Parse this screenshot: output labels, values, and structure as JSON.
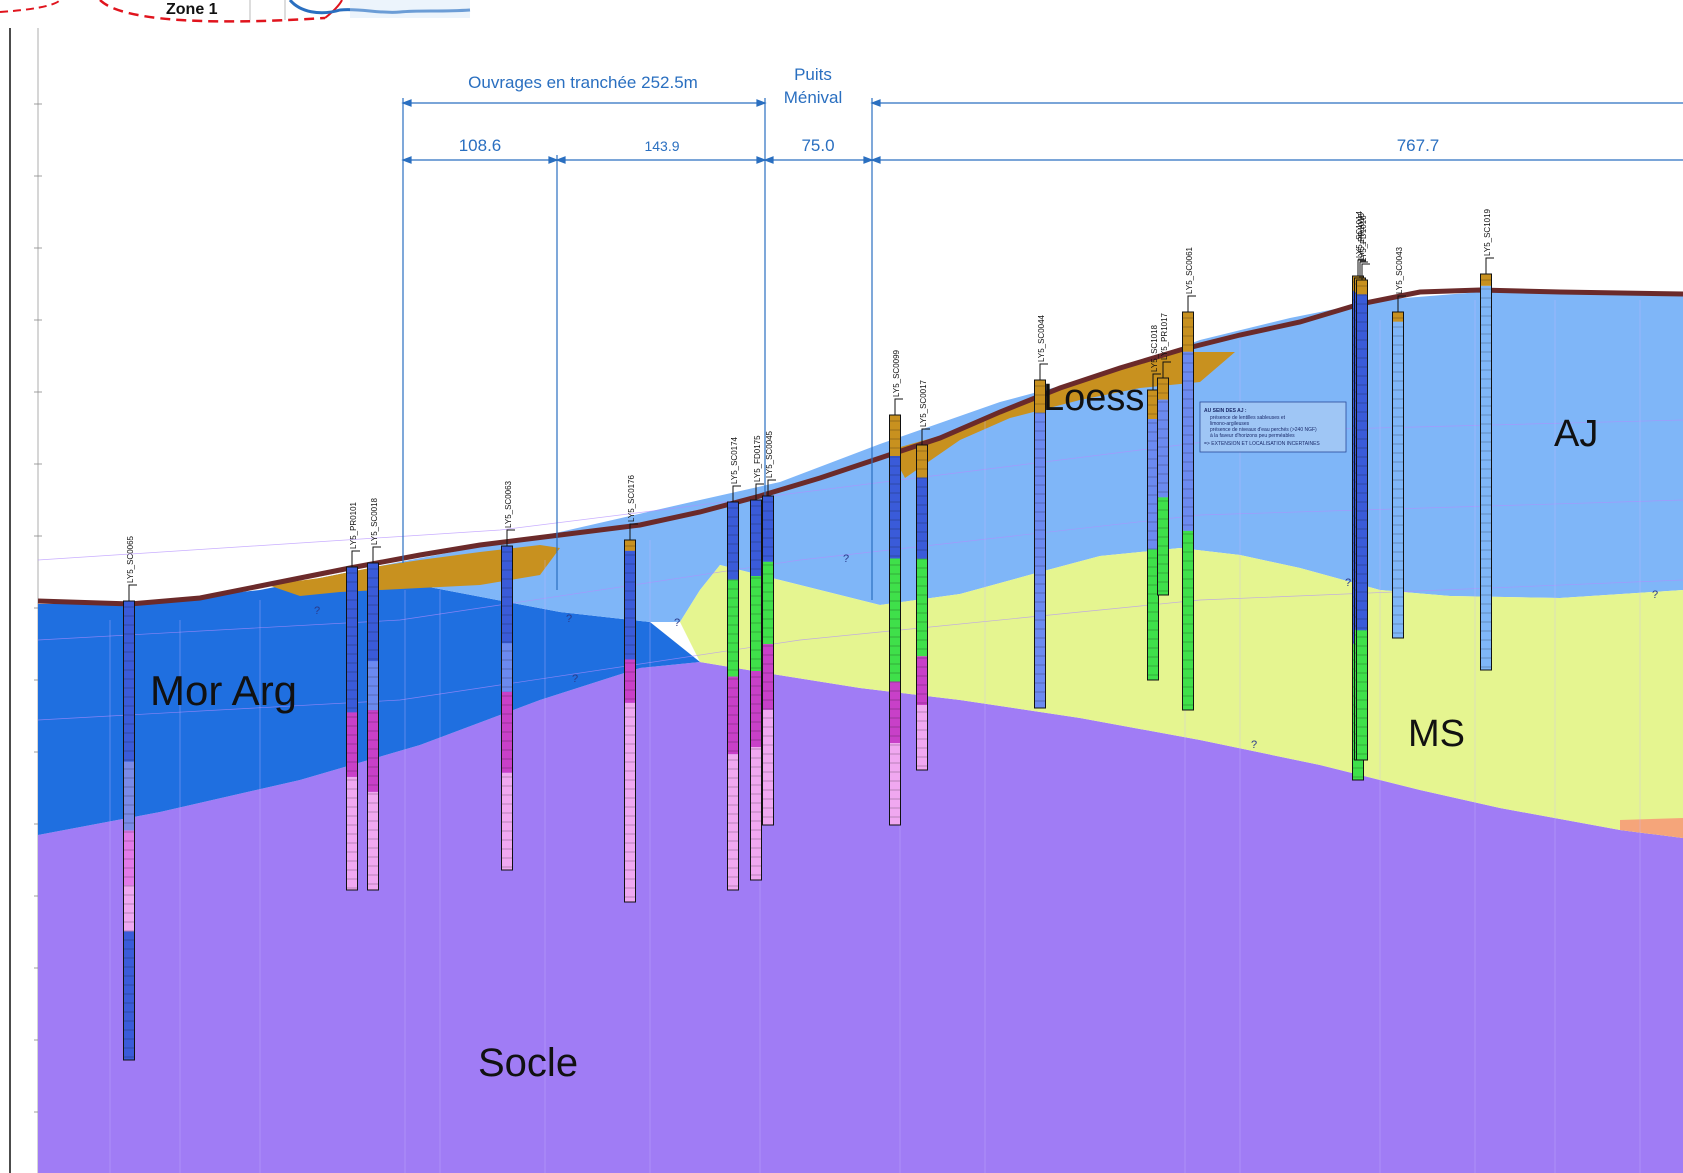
{
  "header": {
    "zone_label": "Zone 1"
  },
  "dimensions": {
    "trench_total": "Ouvrages en tranchée 252.5m",
    "seg1": "108.6",
    "seg2": "143.9",
    "shaft_line1": "Puits",
    "shaft_line2": "Ménival",
    "seg3": "75.0",
    "seg4": "767.7"
  },
  "units": {
    "mor_arg": "Mor Arg",
    "socle": "Socle",
    "loess": "Loess",
    "aj": "AJ",
    "ms": "MS"
  },
  "boreholes": [
    "LY5_SC0065",
    "LY5_PR0101",
    "LY5_SC0018",
    "LY5_SC0063",
    "LY5_SC0176",
    "LY5_SC0174",
    "LY5_FD0175",
    "LY5_SC0045",
    "LY5_SC0099",
    "LY5_SC0017",
    "LY5_SC0044",
    "LY5_SC1018",
    "LY5_PR1017",
    "LY5_SC0061",
    "LY5_SC1014",
    "LY5_PR1015",
    "LY5_FD1016",
    "LY5_SC0043",
    "LY5_SC1019"
  ],
  "legend_note": {
    "title": "AU SEIN DES AJ :",
    "line1": "présence de lentilles sableuses et",
    "line2": "limono-argileuses",
    "line3": "présence de niveaux d'eau perchés (>240 NGF)",
    "line4": "à la faveur d'horizons peu perméables",
    "line5": "=> EXTENSION ET LOCALISATION INCERTAINES"
  },
  "uncertainty_mark": "?",
  "colors": {
    "socle": "#a07cf5",
    "mor_arg": "#1f6fe0",
    "aj": "#7fb6f8",
    "ms": "#e5f590",
    "loess": "#c8911f",
    "ground": "#6b2a2a",
    "dim_line": "#2a6fc0"
  }
}
